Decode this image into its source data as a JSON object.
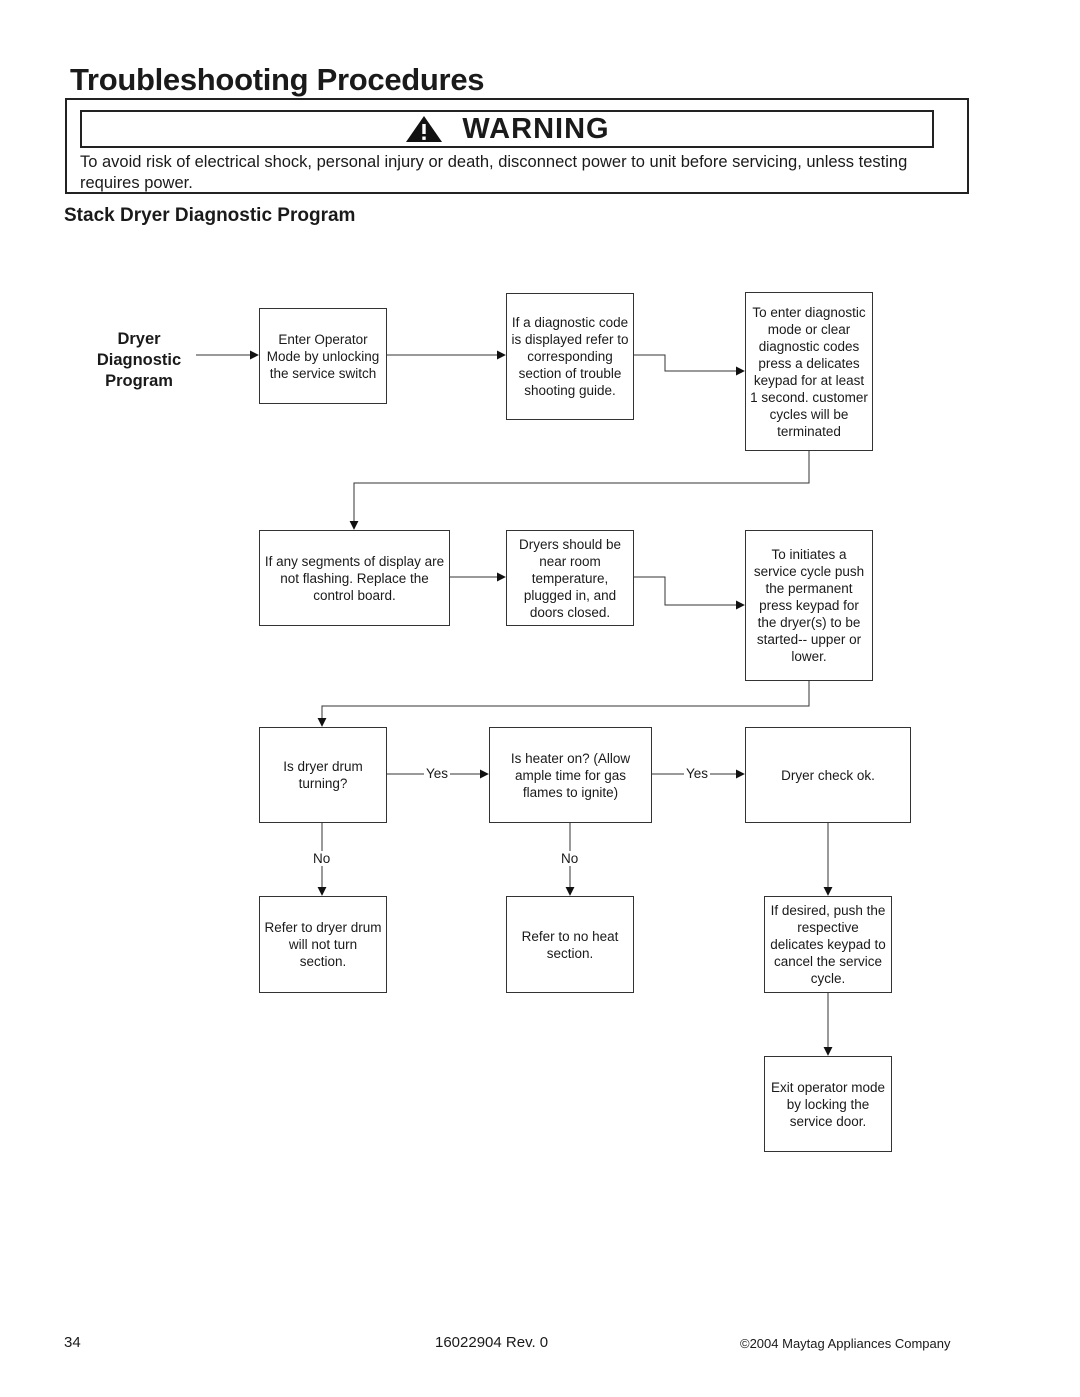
{
  "page": {
    "title": "Troubleshooting Procedures",
    "section_title": "Stack Dryer Diagnostic Program"
  },
  "warning": {
    "icon": "warning-triangle-icon",
    "heading": "WARNING",
    "text": "To avoid risk of electrical shock, personal injury or death, disconnect power to unit before servicing, unless testing requires power."
  },
  "flowchart": {
    "start_label": "Dryer Diagnostic Program",
    "boxes": {
      "enter_operator": "Enter Operator Mode by unlocking the service switch",
      "diagnostic_code": "If a diagnostic code is displayed refer to corresponding section of trouble shooting guide.",
      "enter_diagnostic": "To enter diagnostic mode or clear diagnostic codes press a delicates keypad for at least 1 second.  customer cycles will be terminated",
      "segments": "If any segments of display are not flashing.  Replace the control board.",
      "room_temp": "Dryers should be near room temperature, plugged in, and doors closed.",
      "initiate_service": "To initiates a service cycle push the permanent press keypad for the dryer(s) to be started-- upper or lower.",
      "drum_turning": "Is dryer drum turning?",
      "heater_on": "Is heater on?  (Allow ample time for gas flames to ignite)",
      "check_ok": "Dryer check ok.",
      "drum_not_turn": "Refer to dryer drum will not turn section.",
      "no_heat": "Refer to no heat section.",
      "cancel_service": "If desired, push the respective delicates keypad to cancel the service cycle.",
      "exit_operator": "Exit operator mode by locking the service door."
    },
    "labels": {
      "yes_1": "Yes",
      "yes_2": "Yes",
      "no_1": "No",
      "no_2": "No"
    }
  },
  "footer": {
    "page_number": "34",
    "doc_number": "16022904  Rev. 0",
    "copyright": "©2004 Maytag Appliances Company"
  }
}
